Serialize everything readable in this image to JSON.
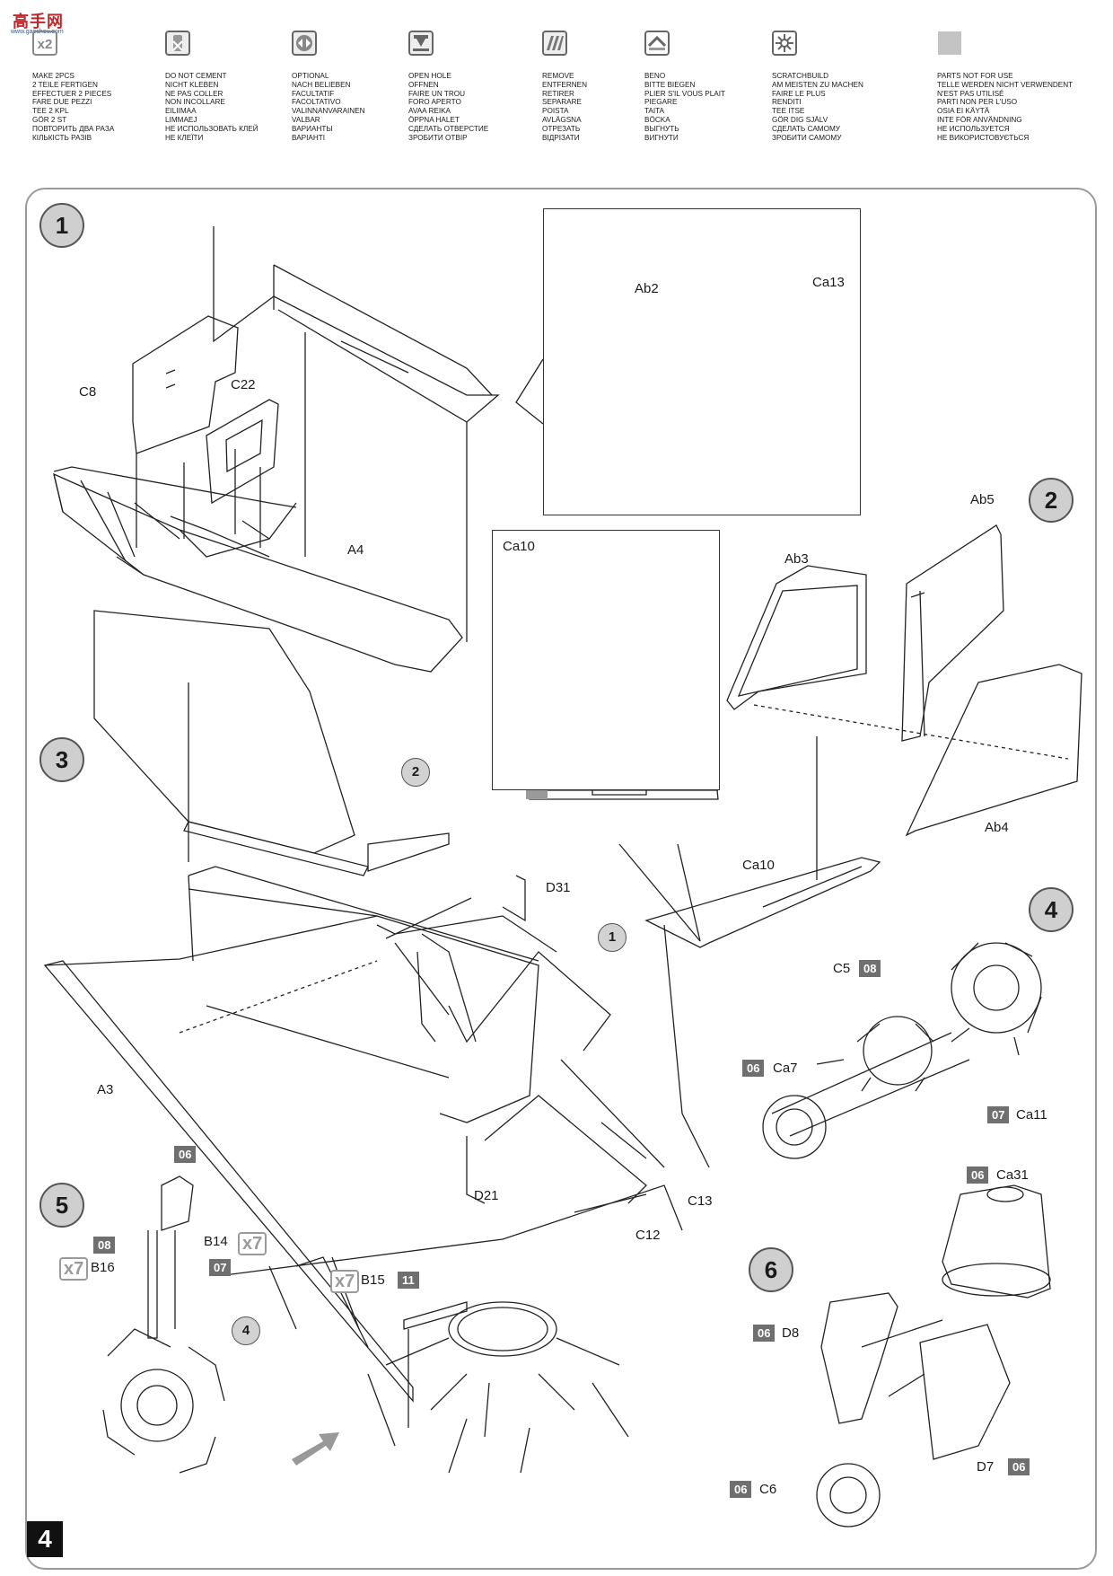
{
  "watermark": {
    "text": "高手网",
    "url": "www.gaoshou.com"
  },
  "legend": [
    {
      "icon": "make-two-icon",
      "glyph": "x2",
      "lines": [
        "MAKE 2pcs",
        "2 TEILE FERTIGEN",
        "EFFECTUER 2 PIECES",
        "FARE DUE PEZZI",
        "TEE 2 KPL",
        "GÖR 2 ST",
        "ПОВТОРИТЬ ДВА РАЗА",
        "КІЛЬКІСТЬ РАЗІВ"
      ]
    },
    {
      "icon": "do-not-cement-icon",
      "glyph": "",
      "lines": [
        "DO NOT CEMENT",
        "NICHT KLEBEN",
        "NE PAS COLLER",
        "NON INCOLLARE",
        "EILIIMAA",
        "LIMMAEJ",
        "НЕ ИСПОЛЬЗОВАТЬ КЛЕЙ",
        "НЕ КЛЕЇТИ"
      ]
    },
    {
      "icon": "optional-icon",
      "glyph": "",
      "lines": [
        "OPTIONAL",
        "NACH BELIEBEN",
        "FACULTATIF",
        "FACOLTATIVO",
        "VALINNANVARAINEN",
        "VALBAR",
        "ВАРИАНТЫ",
        "ВАРІАНТІ"
      ]
    },
    {
      "icon": "open-hole-icon",
      "glyph": "",
      "lines": [
        "OPEN  HOLE",
        "OFFNEN",
        "FAIRE UN TROU",
        "FORO APERTO",
        "AVAA REIKA",
        "ÖPPNA HALET",
        "СДЕЛАТЬ ОТВЕРСТИЕ",
        "ЗРОБИТИ ОТВІР"
      ]
    },
    {
      "icon": "remove-icon",
      "glyph": "",
      "lines": [
        "REMOVE",
        "ENTFERNEN",
        "RETIRER",
        "SEPARARE",
        "POISTA",
        "AVLÄGSNA",
        "ОТРЕЗАТЬ",
        "ВІДРІЗАТИ"
      ]
    },
    {
      "icon": "bend-icon",
      "glyph": "",
      "lines": [
        "BENO",
        "BITTE BIEGEN",
        "PLIER S'IL VOUS PLAIT",
        "PIEGARE",
        "TAITA",
        "BÖCKA",
        "ВЫГНУТЬ",
        "ВИГНУТИ"
      ]
    },
    {
      "icon": "scratchbuild-icon",
      "glyph": "",
      "lines": [
        "SCRATCHBUILD",
        "AM MEISTEN ZU MACHEN",
        "FAIRE LE PLUS",
        "RENDITI",
        "TEE ITSE",
        "GÖR DIG SJÄLV",
        "СДЕЛАТЬ САМОМУ",
        "ЗРОБИТИ САМОМУ"
      ]
    },
    {
      "icon": "parts-not-for-use-icon",
      "glyph": "",
      "lines": [
        "PARTS NOT FOR USE",
        "TELLE WERDEN NICHT VERWENDENT",
        "N'EST PAS UTILISÉ",
        "PARTI NON PER  L'USO",
        "OSIA EI KÄYTÄ",
        "INTE FÖR ANVÄNDNING",
        "НЕ ИСПОЛЬЗУЕТСЯ",
        "НЕ ВИКОРИСТОВУЄТЬСЯ"
      ]
    }
  ],
  "steps": [
    "1",
    "2",
    "3",
    "4",
    "5",
    "6"
  ],
  "subrefs": {
    "a": "2",
    "b": "1",
    "c": "4"
  },
  "labels": {
    "C8": "C8",
    "C22": "C22",
    "A4": "A4",
    "Ab2": "Ab2",
    "Ca13": "Ca13",
    "Ca10a": "Ca10",
    "Ca10b": "Ca10",
    "Ab5": "Ab5",
    "Ab3": "Ab3",
    "Ab4": "Ab4",
    "D31": "D31",
    "A3": "A3",
    "D21": "D21",
    "C13": "C13",
    "C12": "C12",
    "C5": "C5",
    "Ca7": "Ca7",
    "Ca11": "Ca11",
    "B14": "B14",
    "B16": "B16",
    "B15": "B15",
    "Ca31": "Ca31",
    "D8": "D8",
    "D7": "D7",
    "C6": "C6"
  },
  "chips": {
    "c5": "08",
    "ca7": "06",
    "ca11": "07",
    "b14top": "06",
    "b14bot": "07",
    "b16": "08",
    "b15": "11",
    "ca31": "06",
    "d8": "06",
    "d7": "06",
    "c6": "06"
  },
  "multipliers": {
    "b14": "x7",
    "b16": "x7",
    "b15": "x7"
  },
  "page_number": "4"
}
